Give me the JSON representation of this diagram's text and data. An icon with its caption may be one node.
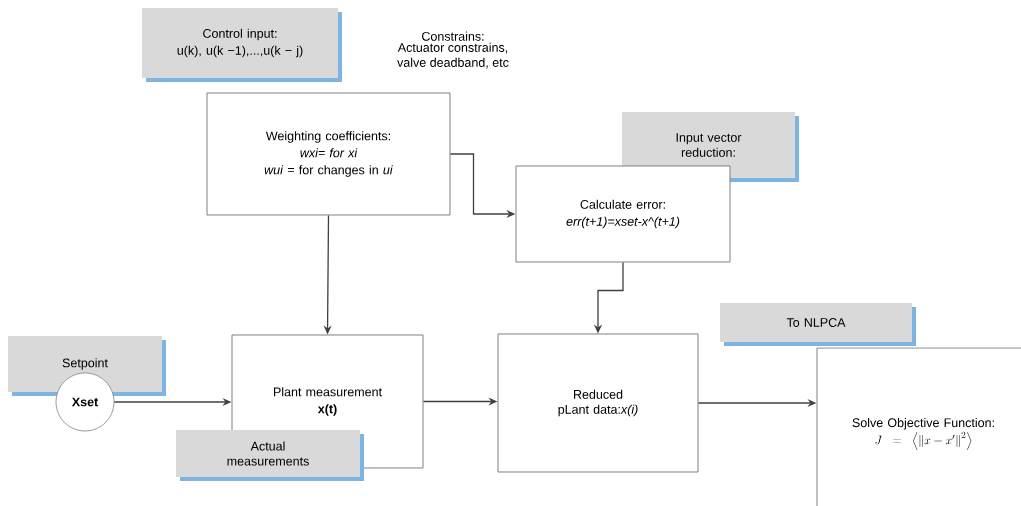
{
  "diagram": {
    "nodes": [
      {
        "text": [
          "Control input:",
          "u(k), u(k −1),...,u(k − j)"
        ]
      },
      {
        "text": [
          "Weighting coefficients:",
          "*wxi*= for *xi*",
          "*wui* = for changes in *ui*"
        ]
      },
      {
        "text": [
          "Input vector reduction:"
        ]
      },
      {
        "text": [
          "Calculate error:",
          "err(t+1)=xset-x^(t+1)"
        ]
      },
      {
        "text": [
          "Setpoint"
        ]
      },
      {
        "text": [
          "Xset"
        ]
      },
      {
        "text": [
          "Plant measurement",
          "x(t)"
        ]
      },
      {
        "text": [
          "Actual measurements"
        ]
      },
      {
        "text": [
          "To NLPCA"
        ]
      },
      {
        "text": [
          "Reduced pLant data:*x(i)*"
        ]
      },
      {
        "text": [
          "Solve Objective Function:",
          "J=\\left\\langle \\left\\| x-x' \\right\\|^{2} \\right\\rangle"
        ]
      }
    ],
    "edges": [
      {
        "from": 1,
        "to": 3,
        "arrow": "to"
      },
      {
        "from": 1,
        "to": 6,
        "arrow": "to"
      },
      {
        "from": 3,
        "to": 9,
        "arrow": "to"
      },
      {
        "from": 5,
        "to": 6,
        "arrow": "to"
      },
      {
        "from": 6,
        "to": 9,
        "arrow": "to"
      },
      {
        "from": 9,
        "to": 10,
        "arrow": "to"
      }
    ],
    "labels": [
      "Constrains:",
      "Actuator constrains, valve deadband, etc"
    ]
  }
}
